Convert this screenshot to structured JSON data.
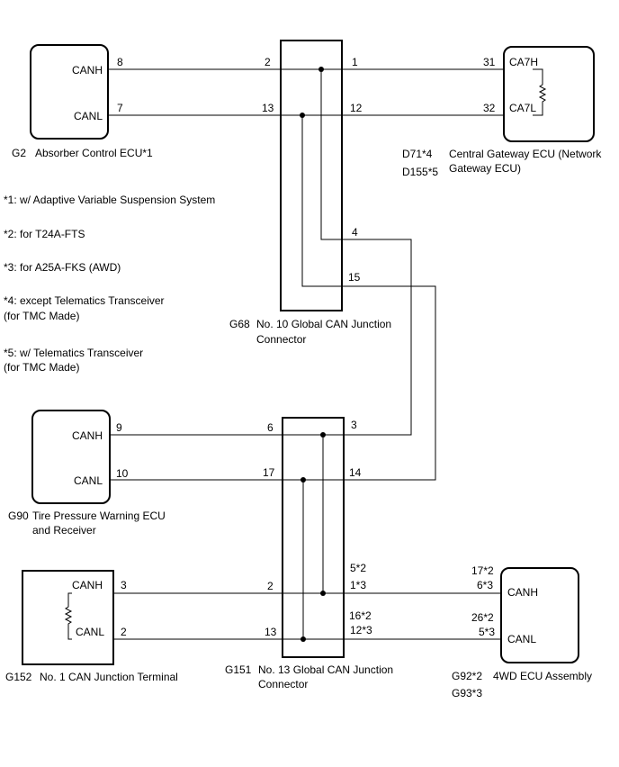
{
  "ecus": {
    "absorber": {
      "id": "G2",
      "name": "Absorber Control ECU*1",
      "pin_h": "CANH",
      "pin_l": "CANL",
      "pin_h_no": "8",
      "pin_l_no": "7"
    },
    "gateway": {
      "id_a": "D71*4",
      "id_b": "D155*5",
      "name_1": "Central Gateway ECU (Network",
      "name_2": "Gateway ECU)",
      "pin_h": "CA7H",
      "pin_l": "CA7L",
      "pin_h_no": "31",
      "pin_l_no": "32"
    },
    "tpms": {
      "id": "G90",
      "name_1": "Tire Pressure Warning ECU",
      "name_2": "and Receiver",
      "pin_h": "CANH",
      "pin_l": "CANL",
      "pin_h_no": "9",
      "pin_l_no": "10"
    },
    "terminal": {
      "id": "G152",
      "name": "No. 1 CAN Junction Terminal",
      "pin_h": "CANH",
      "pin_l": "CANL",
      "pin_h_no": "3",
      "pin_l_no": "2"
    },
    "fourwd": {
      "id_a": "G92*2",
      "id_b": "G93*3",
      "name": "4WD ECU Assembly",
      "pin_h": "CANH",
      "pin_l": "CANL",
      "pin_h_a": "17*2",
      "pin_h_b": "6*3",
      "pin_l_a": "26*2",
      "pin_l_b": "5*3"
    }
  },
  "junctions": {
    "g68": {
      "id": "G68",
      "name_1": "No. 10 Global CAN Junction",
      "name_2": "Connector",
      "pins": {
        "p2": "2",
        "p1": "1",
        "p13": "13",
        "p12": "12",
        "p4": "4",
        "p15": "15"
      }
    },
    "g151": {
      "id": "G151",
      "name_1": "No. 13 Global CAN Junction",
      "name_2": "Connector",
      "pins": {
        "p6": "6",
        "p3": "3",
        "p17": "17",
        "p14": "14",
        "p2": "2",
        "p13": "13",
        "p5": "5*2",
        "p1": "1*3",
        "p16": "16*2",
        "p12": "12*3"
      }
    }
  },
  "notes": {
    "n1": "*1: w/ Adaptive Variable Suspension System",
    "n2": "*2: for T24A-FTS",
    "n3": "*3: for A25A-FKS (AWD)",
    "n4_1": "*4: except Telematics Transceiver",
    "n4_2": "(for TMC Made)",
    "n5_1": "*5: w/ Telematics Transceiver",
    "n5_2": "(for TMC Made)"
  }
}
